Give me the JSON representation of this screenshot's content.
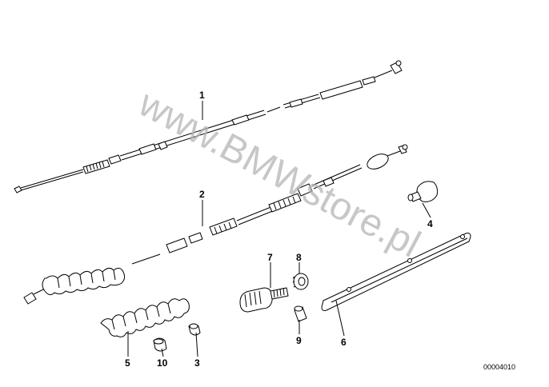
{
  "watermark": "www.BMWstore.pl",
  "reference_number": "00004010",
  "parts": [
    {
      "number": "1"
    },
    {
      "number": "2"
    },
    {
      "number": "3"
    },
    {
      "number": "4"
    },
    {
      "number": "5"
    },
    {
      "number": "6"
    },
    {
      "number": "7"
    },
    {
      "number": "8"
    },
    {
      "number": "9"
    },
    {
      "number": "10"
    }
  ]
}
